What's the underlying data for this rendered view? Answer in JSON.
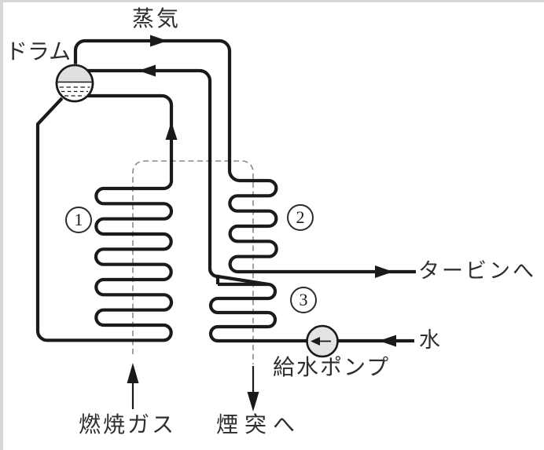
{
  "labels": {
    "drum": "ドラム",
    "steam": "蒸気",
    "to_turbine": "タービンへ",
    "water": "水",
    "feed_pump": "給水ポンプ",
    "combustion_gas": "燃焼ガス",
    "to_chimney": "煙突へ"
  },
  "coils": {
    "coil1": "1",
    "coil2": "2",
    "coil3": "3"
  },
  "colors": {
    "line": "#1a1a1a",
    "text": "#2e2e2e",
    "dashed": "#8a8a8a",
    "drum_fill": "#e0e0e0",
    "pump_fill": "#e4e4e4",
    "background": "#ffffff"
  }
}
